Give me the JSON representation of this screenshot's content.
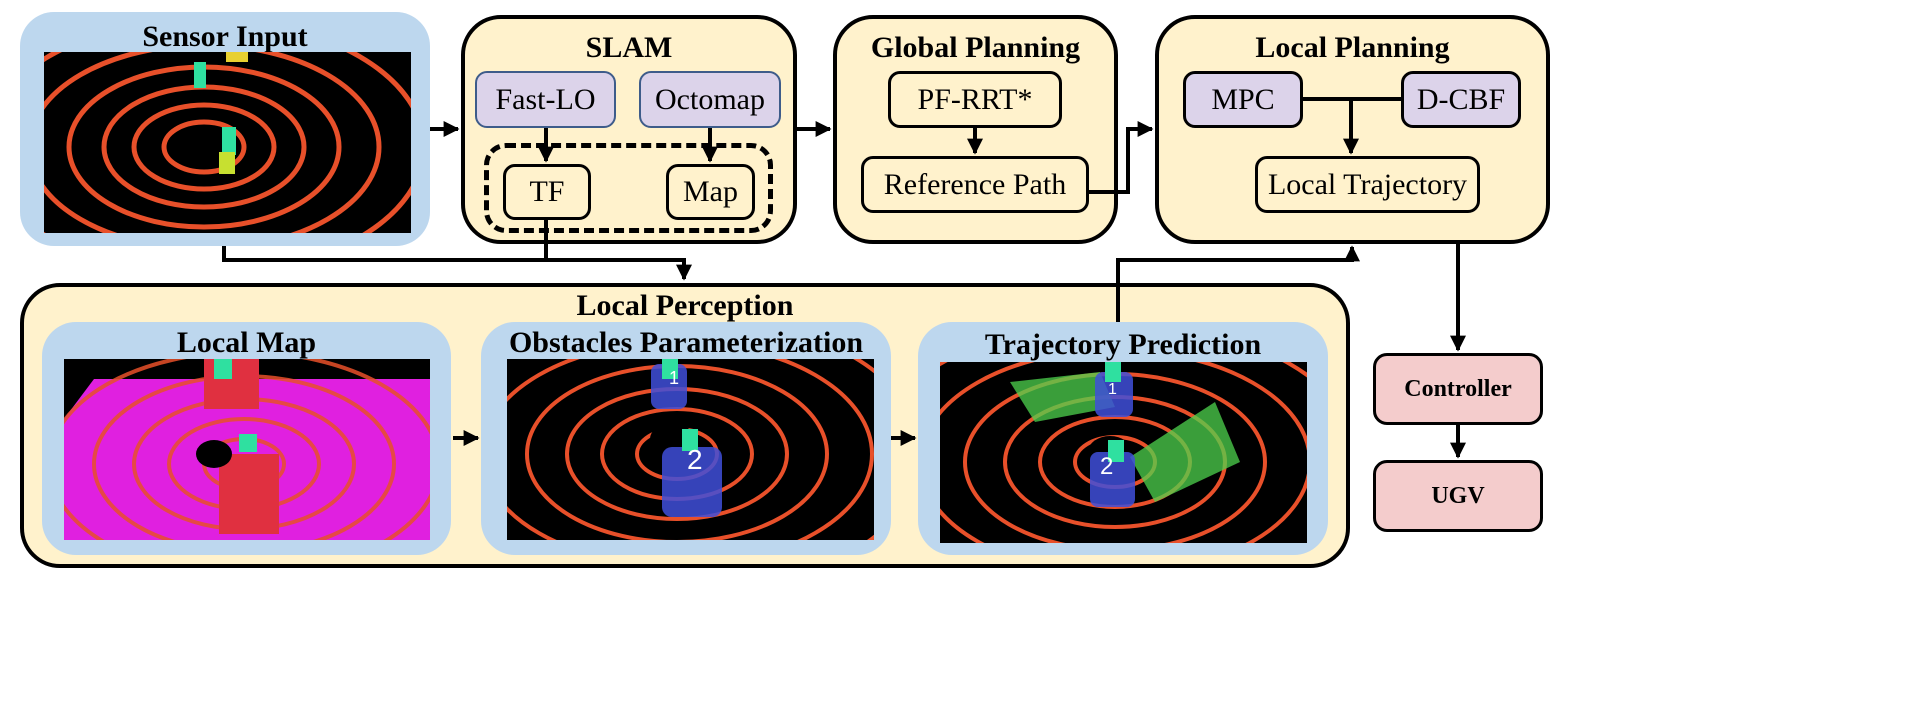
{
  "sensor_input": {
    "title": "Sensor Input",
    "image": "lidar-scan-image"
  },
  "slam": {
    "title": "SLAM",
    "nodes": {
      "fast_lo": "Fast-LO",
      "octomap": "Octomap",
      "tf": "TF",
      "map": "Map"
    }
  },
  "global_planning": {
    "title": "Global Planning",
    "nodes": {
      "pf_rrt": "PF-RRT*",
      "reference_path": "Reference Path"
    }
  },
  "local_planning": {
    "title": "Local Planning",
    "nodes": {
      "mpc": "MPC",
      "dcbf": "D-CBF",
      "local_trajectory": "Local Trajectory"
    }
  },
  "local_perception": {
    "title": "Local Perception",
    "modules": {
      "local_map": {
        "title": "Local Map",
        "image": "local-map-image"
      },
      "obstacles": {
        "title": "Obstacles Parameterization",
        "image": "obstacles-image",
        "labels": [
          "1",
          "2"
        ]
      },
      "prediction": {
        "title": "Trajectory Prediction",
        "image": "trajectory-prediction-image",
        "labels": [
          "1",
          "2"
        ]
      }
    }
  },
  "controller": {
    "label": "Controller"
  },
  "ugv": {
    "label": "UGV"
  },
  "colors": {
    "panel_yellow": "#fff2cc",
    "panel_blue": "#bdd7ee",
    "node_purple": "#dcd3ea",
    "node_pink": "#f4cccc",
    "ring_orange": "#e8502a",
    "obstacle_blue": "#3f4fd9",
    "prediction_green": "#4ed34e",
    "map_magenta": "#e020e0"
  }
}
